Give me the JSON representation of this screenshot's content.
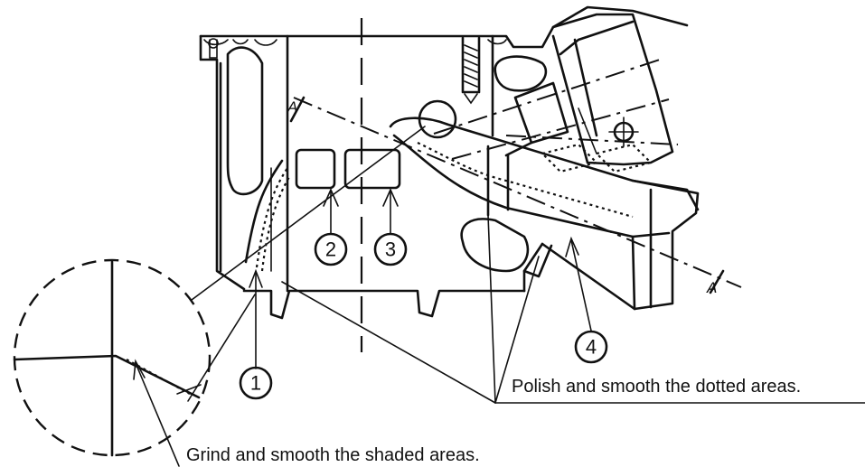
{
  "callouts": [
    "1",
    "2",
    "3",
    "4"
  ],
  "notes": {
    "polish": "Polish and smooth the dotted areas.",
    "grind": "Grind and smooth the shaded areas."
  },
  "section_marks": [
    "A",
    "A"
  ]
}
